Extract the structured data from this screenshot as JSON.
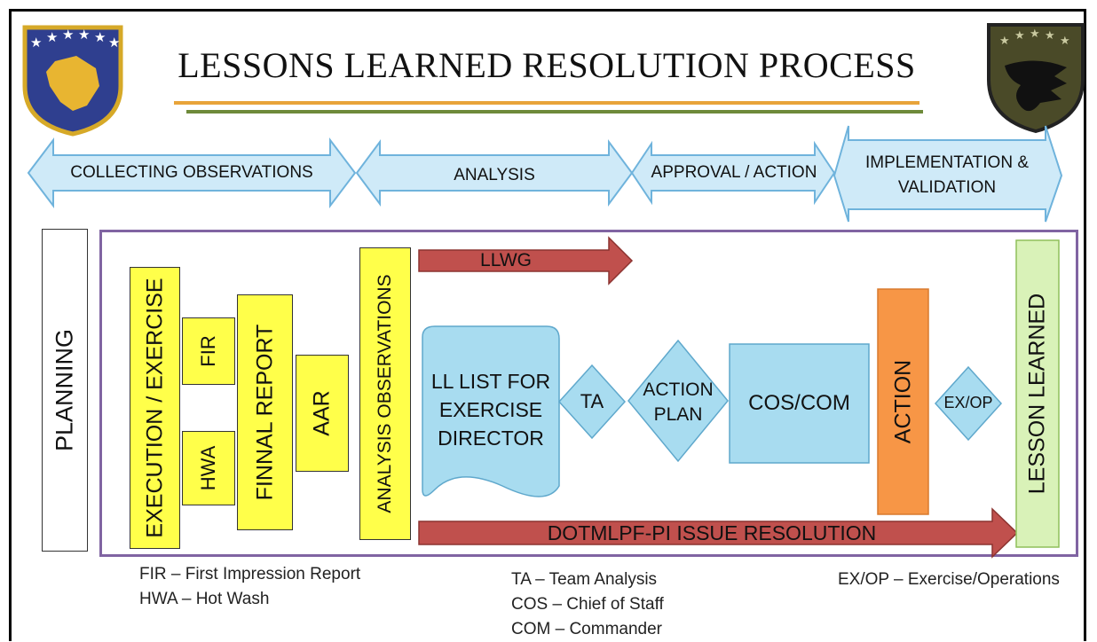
{
  "title": "LESSONS LEARNED RESOLUTION PROCESS",
  "phases": [
    "COLLECTING OBSERVATIONS",
    "ANALYSIS",
    "APPROVAL / ACTION",
    "IMPLEMENTATION &",
    "VALIDATION"
  ],
  "boxes": {
    "planning": "PLANNING",
    "execution": "EXECUTION / EXERCISE",
    "fir": "FIR",
    "hwa": "HWA",
    "final_report": "FINNAL REPORT",
    "aar": "AAR",
    "analysis_observations": "ANALYSIS OBSERVATIONS",
    "llwg": "LLWG",
    "ll_list": [
      "LL LIST FOR",
      "EXERCISE",
      "DIRECTOR"
    ],
    "ta": "TA",
    "action_plan": [
      "ACTION",
      "PLAN"
    ],
    "cos_com": "COS/COM",
    "action": "ACTION",
    "ex_op": "EX/OP",
    "lesson_learned": "LESSON LEARNED",
    "dotmlpf": "DOTMLPF-PI ISSUE RESOLUTION"
  },
  "legend_left": [
    "FIR – First Impression Report",
    "HWA – Hot Wash"
  ],
  "legend_middle": [
    "TA – Team Analysis",
    "COS – Chief of Staff",
    "COM – Commander"
  ],
  "legend_right": [
    "EX/OP – Exercise/Operations"
  ],
  "colors": {
    "phase_fill": "#cfeaf8",
    "phase_stroke": "#6fb3dc",
    "yellow": "#ffff4a",
    "red_arrow": "#c0504d",
    "blue_box": "#a8dcf0",
    "orange": "#f79646",
    "green": "#d9f2b8",
    "purple_border": "#8064a2"
  },
  "icons": [
    "kosovo-emblem-icon",
    "ksf-emblem-icon"
  ]
}
